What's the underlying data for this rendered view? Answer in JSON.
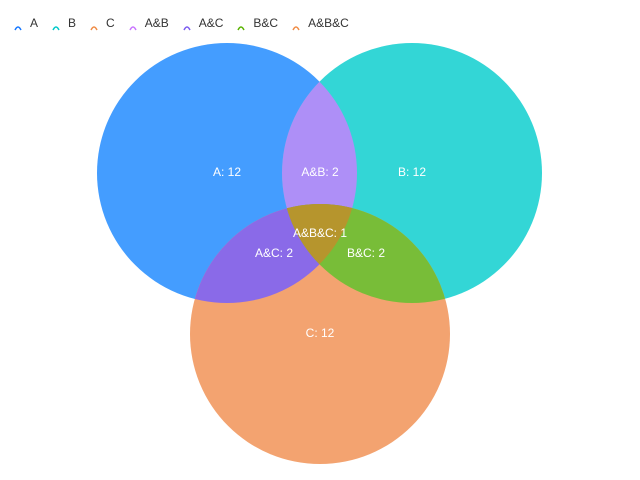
{
  "chart_data": {
    "type": "venn",
    "sets": [
      {
        "sets": [
          "A"
        ],
        "size": 12,
        "label": "A: 12",
        "legend": "A",
        "color": "#1677ff"
      },
      {
        "sets": [
          "B"
        ],
        "size": 12,
        "label": "B: 12",
        "legend": "B",
        "color": "#00c9c9"
      },
      {
        "sets": [
          "C"
        ],
        "size": 12,
        "label": "C: 12",
        "legend": "C",
        "color": "#f08c46"
      },
      {
        "sets": [
          "A",
          "B"
        ],
        "size": 2,
        "label": "A&B: 2",
        "legend": "A&B",
        "color": "#c975ff"
      },
      {
        "sets": [
          "A",
          "C"
        ],
        "size": 2,
        "label": "A&C: 2",
        "legend": "A&C",
        "color": "#7b5cf0"
      },
      {
        "sets": [
          "B",
          "C"
        ],
        "size": 2,
        "label": "B&C: 2",
        "legend": "B&C",
        "color": "#59b300"
      },
      {
        "sets": [
          "A",
          "B",
          "C"
        ],
        "size": 1,
        "label": "A&B&C: 1",
        "legend": "A&B&C",
        "color": "#f08c46"
      }
    ],
    "legend_position": "top-left",
    "region_colors": {
      "A_only": "#449dff",
      "B_only": "#33d6d6",
      "C_only": "#f3a370",
      "AB": "#ae8ff7",
      "AC": "#8a6ae8",
      "BC": "#78bd38",
      "ABC": "#b6952d"
    }
  }
}
